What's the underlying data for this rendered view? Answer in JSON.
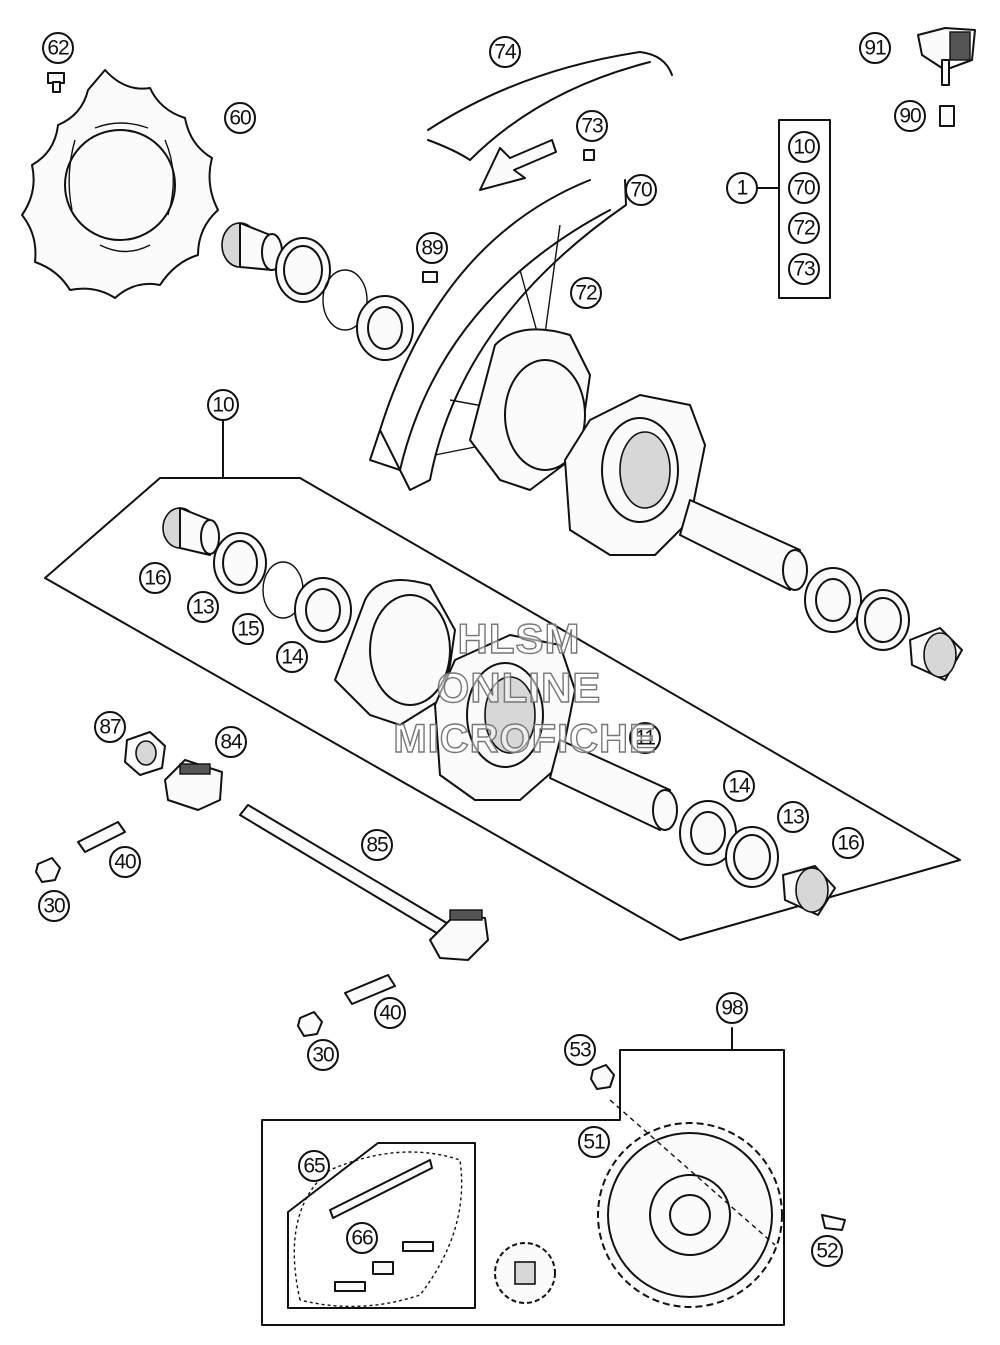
{
  "watermark": {
    "line1": "HLSM",
    "line2": "ONLINE",
    "line3": "MICROFICHE"
  },
  "callouts": {
    "c62": "62",
    "c60": "60",
    "c74": "74",
    "c73": "73",
    "c70": "70",
    "c91": "91",
    "c90": "90",
    "kit_main": "1",
    "kit_10": "10",
    "kit_70": "70",
    "kit_72": "72",
    "kit_73": "73",
    "c89": "89",
    "c72": "72",
    "c10": "10",
    "c16a": "16",
    "c13a": "13",
    "c15": "15",
    "c14a": "14",
    "c11": "11",
    "c14b": "14",
    "c13b": "13",
    "c16b": "16",
    "c87": "87",
    "c84": "84",
    "c40a": "40",
    "c30a": "30",
    "c85": "85",
    "c40b": "40",
    "c30b": "30",
    "c98": "98",
    "c53": "53",
    "c51": "51",
    "c52": "52",
    "c65": "65",
    "c66": "66"
  }
}
